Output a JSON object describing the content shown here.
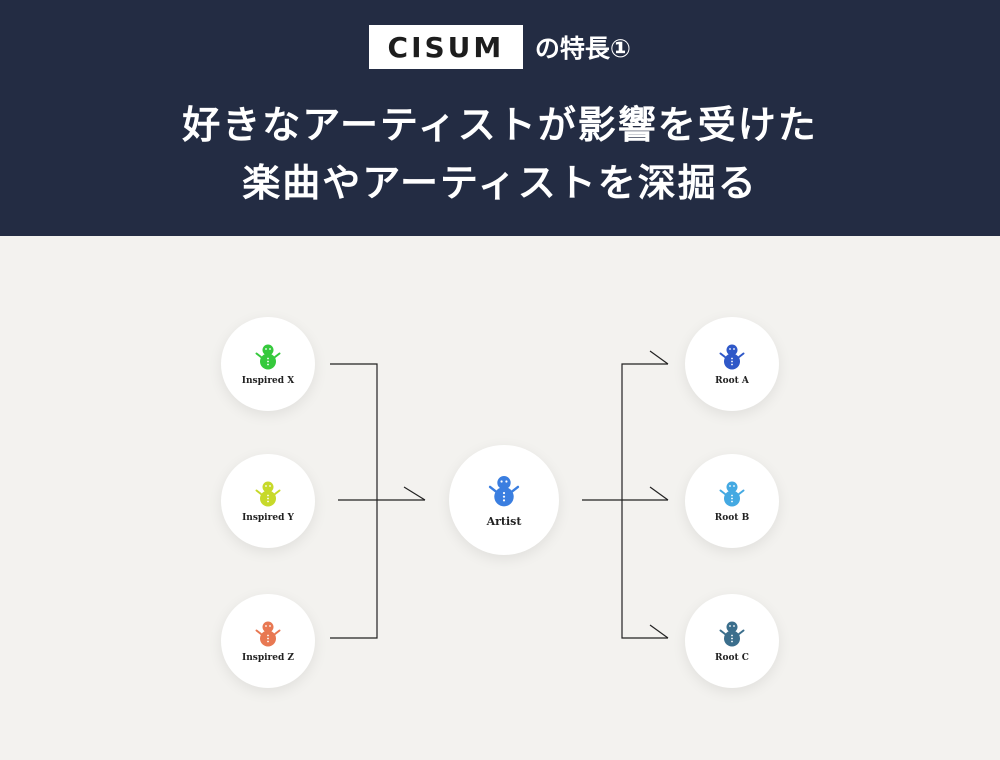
{
  "header": {
    "brand": "CISUM",
    "brand_suffix": "の特長①",
    "title_line1": "好きなアーティストが影響を受けた",
    "title_line2": "楽曲やアーティストを深掘る"
  },
  "diagram": {
    "center": {
      "label": "Artist",
      "color": "#3a7ee0"
    },
    "inspired": [
      {
        "label": "Inspired X",
        "color": "#35c93c"
      },
      {
        "label": "Inspired Y",
        "color": "#c7d92a"
      },
      {
        "label": "Inspired Z",
        "color": "#e87852"
      }
    ],
    "roots": [
      {
        "label": "Root A",
        "color": "#2f58c8"
      },
      {
        "label": "Root B",
        "color": "#44a9e2"
      },
      {
        "label": "Root C",
        "color": "#3b6e8c"
      }
    ]
  },
  "colors": {
    "header_bg": "#232c43",
    "page_bg": "#f3f2ef",
    "line": "#222222"
  }
}
